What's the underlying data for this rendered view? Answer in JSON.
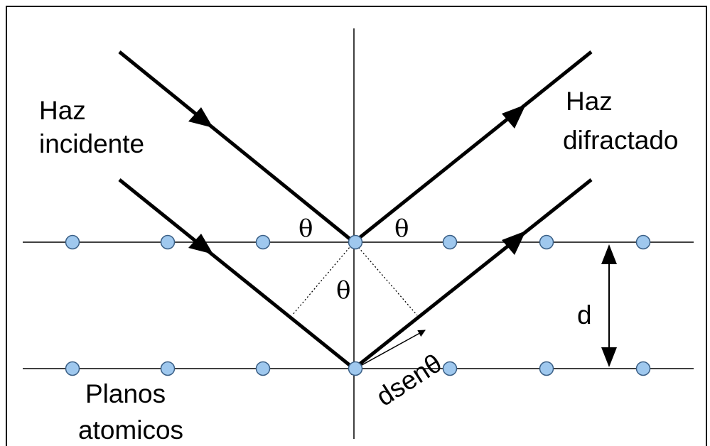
{
  "labels": {
    "incident_line1": "Haz",
    "incident_line2": "incidente",
    "diffracted_line1": "Haz",
    "diffracted_line2": "difractado",
    "planes_line1": "Planos",
    "planes_line2": "atomicos",
    "theta": "θ",
    "spacing": "d",
    "path_difference": "dsenθ"
  },
  "colors": {
    "atom_fill": "#9fc8ee",
    "atom_stroke": "#3a5f86",
    "line": "#000000",
    "background": "#ffffff"
  }
}
